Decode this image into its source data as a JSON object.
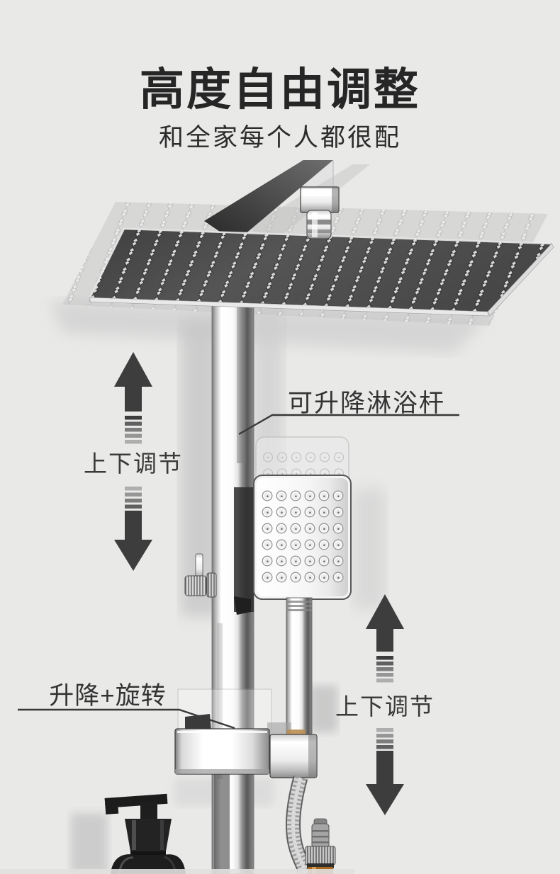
{
  "page": {
    "background_color": "#e9e9e8"
  },
  "header": {
    "title": "高度自由调整",
    "subtitle": "和全家每个人都很配"
  },
  "annotations": {
    "rod_label": "可升降淋浴杆",
    "slider_label": "升降+旋转",
    "left_arrow_caption": "上下调节",
    "right_arrow_caption": "上下调节"
  },
  "colors": {
    "title_text": "#262626",
    "label_text": "#333333",
    "arrow": "#3d3d3d",
    "callout_line": "#383838",
    "shower_head_face": "#4a4a4a",
    "chrome_highlight": "#ffffff",
    "chrome_shadow": "#8a8a8a",
    "amber_glass": "#a96a20"
  },
  "scene": {
    "parts": [
      "rain-shower-head",
      "rain-shower-head-ghost",
      "shower-arm",
      "arm-connector",
      "swivel-ball-joint",
      "lift-shower-pole",
      "diverter-knob",
      "hand-shower",
      "hand-shower-ghost",
      "hand-shower-handle",
      "slider-bracket",
      "slider-bracket-ghost",
      "handle-connector",
      "flexible-shower-hose",
      "soap-dispenser-bottle",
      "dropper-bottle",
      "up-down-arrow-left",
      "up-down-arrow-right"
    ]
  }
}
